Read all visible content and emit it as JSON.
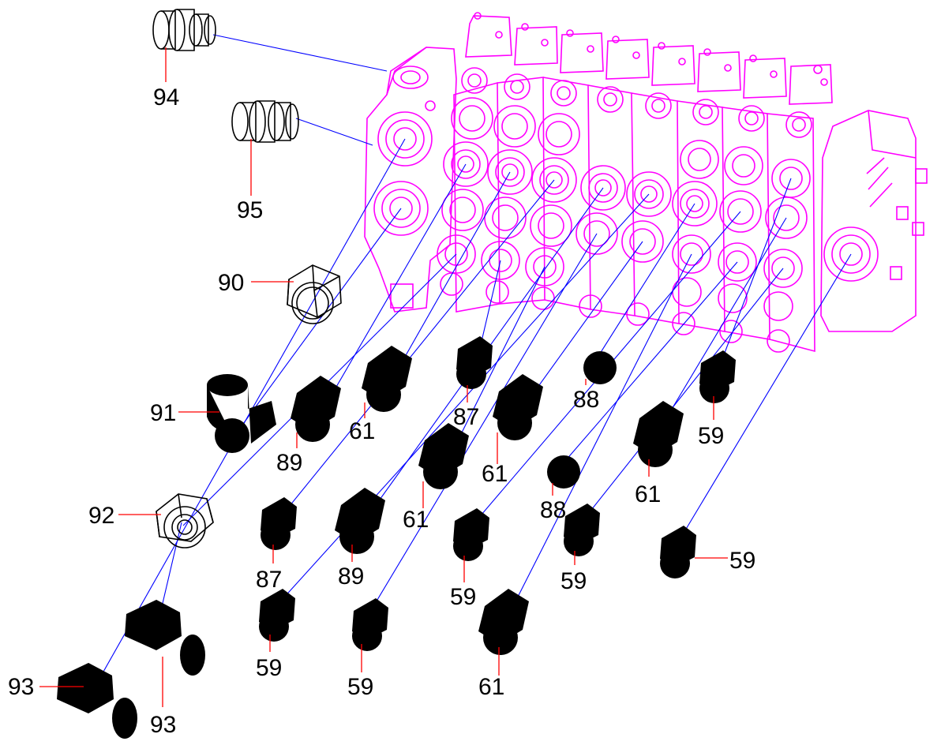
{
  "colors": {
    "valve_outline": "#ff00ff",
    "fitting_outline": "#000000",
    "port_leader": "#0000ff",
    "callout_leader": "#ff0000",
    "background": "#ffffff"
  },
  "callouts": {
    "c94": "94",
    "c95": "95",
    "c90": "90",
    "c91": "91",
    "c92": "92",
    "c93a": "93",
    "c93b": "93",
    "c89a": "89",
    "c89b": "89",
    "c87a": "87",
    "c87b": "87",
    "c61a": "61",
    "c61b": "61",
    "c61c": "61",
    "c61d": "61",
    "c61e": "61",
    "c88a": "88",
    "c88b": "88",
    "c59a": "59",
    "c59b": "59",
    "c59c": "59",
    "c59d": "59",
    "c59e": "59",
    "c59f": "59"
  }
}
